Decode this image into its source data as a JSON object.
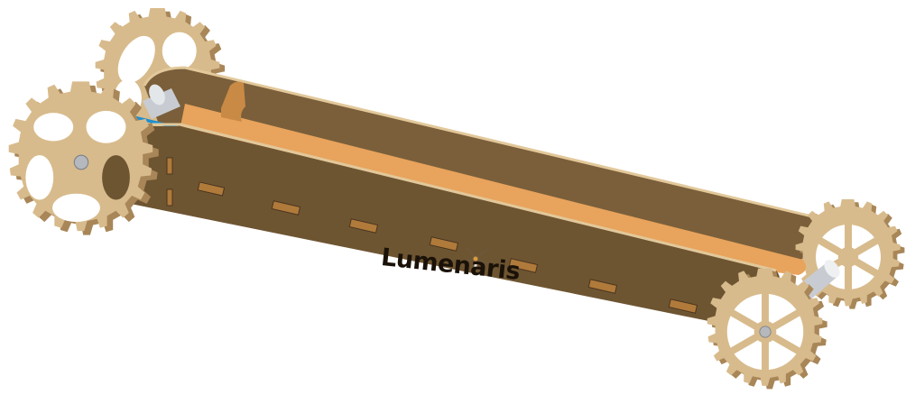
{
  "image": {
    "subject": "Wooden rubber-band powered car with gear-shaped wheels",
    "brand_label": "Lumenaris",
    "colors": {
      "background": "#ffffff",
      "body_dark_wood": "#6e5532",
      "body_mid_wood": "#8a6c43",
      "deck_light_wood": "#e8a35c",
      "wheel_wood": "#d8bb8c",
      "wheel_edge": "#a88658",
      "rubber_band": "#1e8fd0",
      "axle_metal": "#c8ccd2",
      "slot": "#b07a3a"
    },
    "components": [
      "front-left-wheel",
      "front-right-wheel",
      "rear-left-wheel",
      "rear-right-wheel",
      "chassis-side-panel",
      "chassis-far-panel",
      "deck",
      "rubber-bands",
      "front-axle",
      "rear-axle",
      "hook",
      "logo"
    ]
  }
}
